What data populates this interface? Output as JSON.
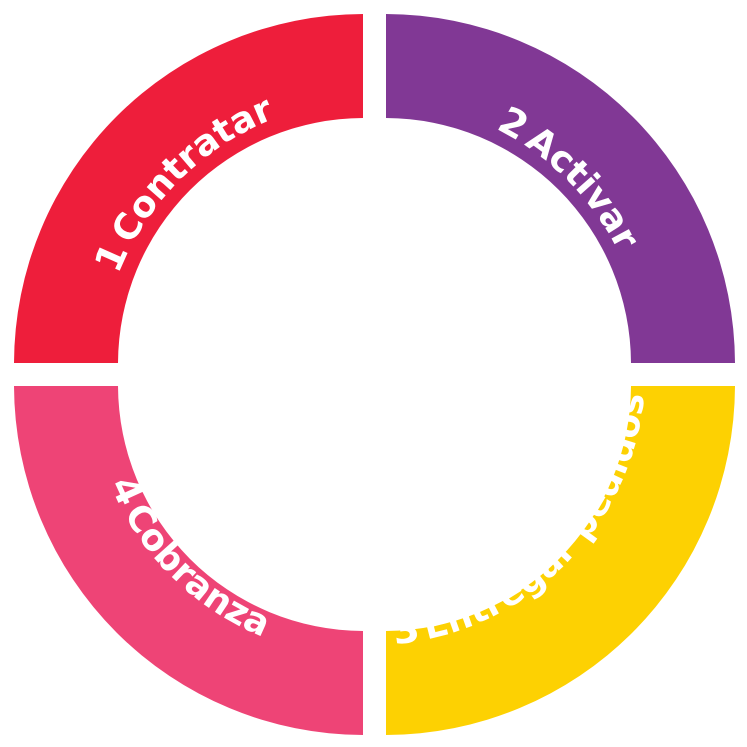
{
  "cycle": {
    "steps": [
      {
        "number": "1",
        "label": "Contratar",
        "color": "#EE1E3B"
      },
      {
        "number": "2",
        "label": "Activar",
        "color": "#813895"
      },
      {
        "number": "3",
        "label": "Entregar pedidos",
        "color": "#FDD102"
      },
      {
        "number": "4",
        "label": "Cobranza",
        "color": "#EE4476"
      }
    ]
  }
}
